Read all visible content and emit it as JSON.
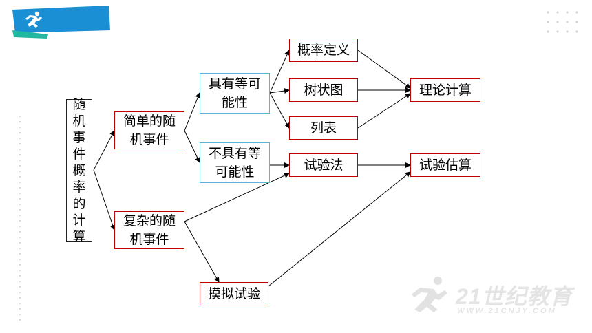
{
  "nodes": {
    "root": "随\n机\n事\n件\n概\n率\n的\n计\n算",
    "simple": "简单的随\n机事件",
    "complex": "复杂的随\n机事件",
    "equal": "具有等可\n能性",
    "unequal": "不具有等\n可能性",
    "definition": "概率定义",
    "tree": "树状图",
    "list": "列表",
    "trial": "试验法",
    "simulate": "摸拟试验",
    "theory": "理论计算",
    "estimate": "试验估算"
  },
  "watermark": {
    "brand": "21世纪教育",
    "site": "WWW.21CNJY.COM"
  },
  "colors": {
    "banner": "#1b8fd3",
    "banner_stripe": "#22b7a0",
    "node_border": "#c00000",
    "node_border_blue": "#5bb3d6",
    "arrow": "#000000"
  },
  "icons": {
    "banner": "running-man-icon",
    "watermark": "running-man-logo"
  }
}
